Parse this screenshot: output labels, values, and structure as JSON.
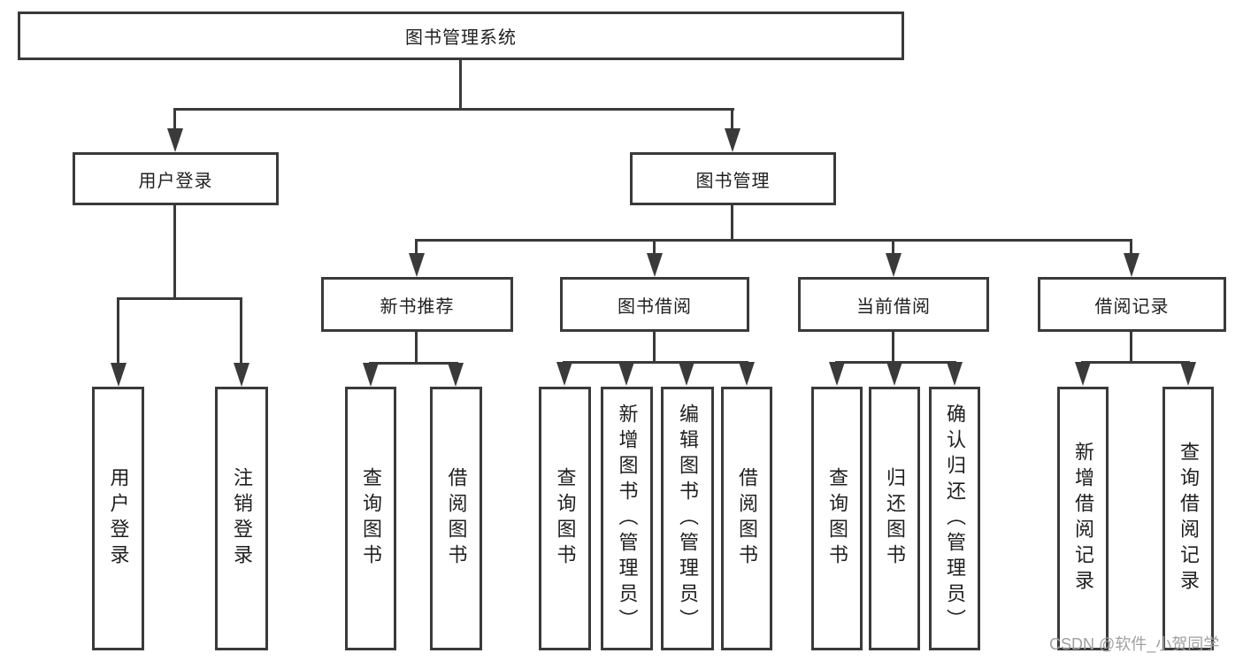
{
  "nodes": {
    "root": "图书管理系统",
    "user_login": "用户登录",
    "book_management": "图书管理",
    "new_book_recommend": "新书推荐",
    "book_borrow": "图书借阅",
    "current_borrow": "当前借阅",
    "borrow_records": "借阅记录",
    "user_login_leaf": "用户登录",
    "logout_leaf": "注销登录",
    "query_book_1": "查询图书",
    "borrow_book_1": "借阅图书",
    "query_book_2": "查询图书",
    "add_book_admin": "新增图书（管理员）",
    "edit_book_admin": "编辑图书（管理员）",
    "borrow_book_2": "借阅图书",
    "query_book_3": "查询图书",
    "return_book": "归还图书",
    "confirm_return_admin": "确认归还（管理员）",
    "add_borrow_record": "新增借阅记录",
    "query_borrow_record": "查询借阅记录"
  },
  "hierarchy": {
    "图书管理系统": {
      "用户登录": [
        "用户登录",
        "注销登录"
      ],
      "图书管理": {
        "新书推荐": [
          "查询图书",
          "借阅图书"
        ],
        "图书借阅": [
          "查询图书",
          "新增图书（管理员）",
          "编辑图书（管理员）",
          "借阅图书"
        ],
        "当前借阅": [
          "查询图书",
          "归还图书",
          "确认归还（管理员）"
        ],
        "借阅记录": [
          "新增借阅记录",
          "查询借阅记录"
        ]
      }
    }
  },
  "watermark": "CSDN @软件_小贺同学",
  "colors": {
    "line": "#3a3a3a",
    "text": "#1f1f1f",
    "watermark": "#a0a0a0",
    "background": "#ffffff"
  }
}
